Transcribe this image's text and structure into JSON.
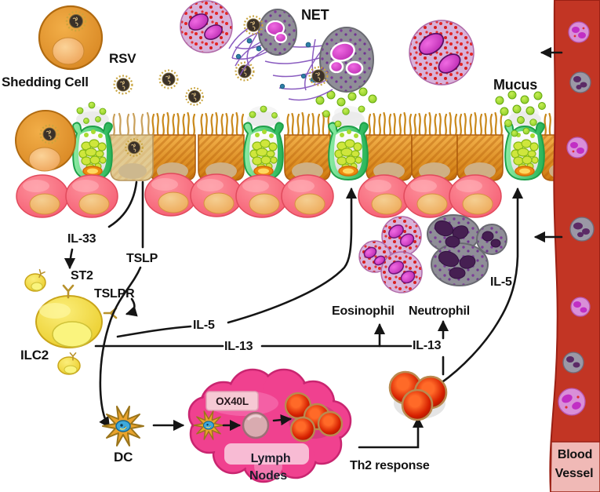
{
  "figure": {
    "description": "Airway epithelium immune response to RSV infection diagram"
  },
  "labels": {
    "shedding_cell": "Shedding Cell",
    "rsv": "RSV",
    "net": "NET",
    "mucus": "Mucus",
    "il33": "IL-33",
    "st2": "ST2",
    "tslp": "TSLP",
    "tslpr": "TSLPR",
    "ilc2": "ILC2",
    "il5_left": "IL-5",
    "il13_left": "IL-13",
    "eosinophil": "Eosinophil",
    "neutrophil": "Neutrophil",
    "il5_right": "IL-5",
    "il13_right": "IL-13",
    "th2_response": "Th2 response",
    "dc": "DC",
    "ox40l": "OX40L",
    "lymph_nodes": {
      "line1": "Lymph",
      "line2": "Nodes"
    },
    "blood_vessel": {
      "line1": "Blood",
      "line2": "Vessel"
    }
  },
  "colors": {
    "epithelium_orange": "#d07a0e",
    "goblet_green": "#27b457",
    "mucus_green": "#8cc91e",
    "basal_pink": "#f4556c",
    "ilc2_yellow": "#e8c81f",
    "lymph_node_pink": "#f0418f",
    "th2_red": "#d62000",
    "blood_vessel_red": "#c23524",
    "vessel_band_pink": "#f0b9b6",
    "neutrophil_gray": "#8f8e97",
    "eosinophil_pink": "#d8b2da",
    "nucleus_magenta": "#ae1ba6",
    "net_fiber_purple": "#8a5cc0",
    "dc_gold": "#eba42c",
    "line_black": "#151515"
  }
}
